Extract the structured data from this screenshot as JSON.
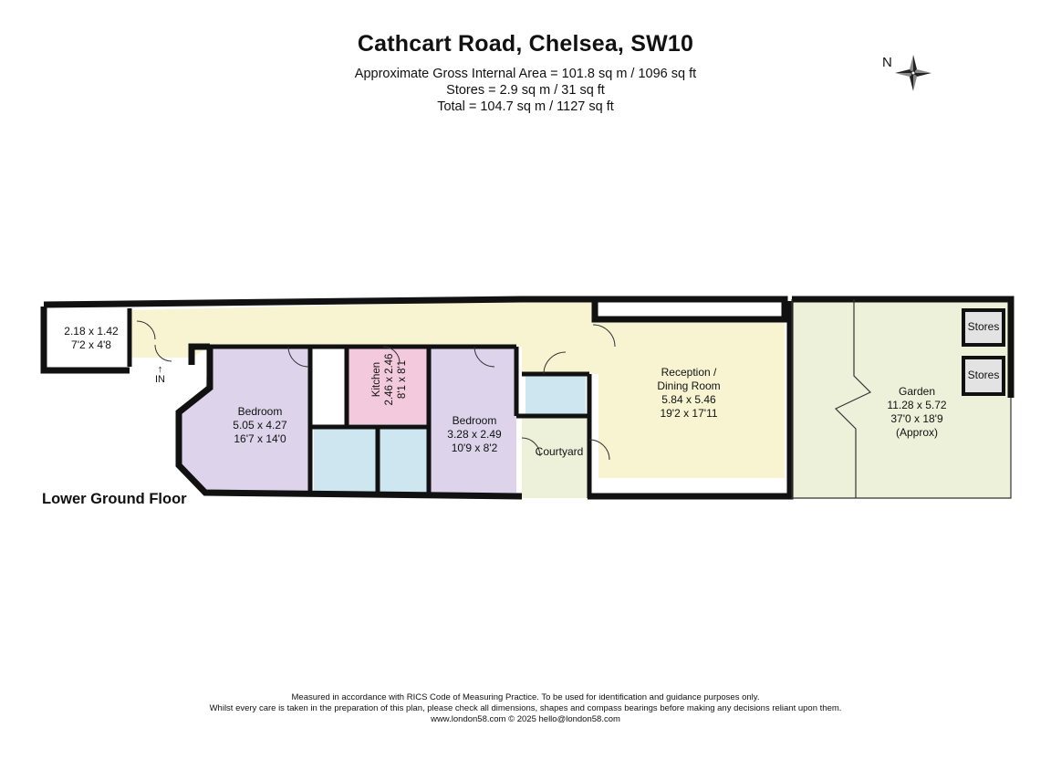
{
  "header": {
    "title": "Cathcart Road, Chelsea, SW10",
    "gross_area": "Approximate Gross Internal Area = 101.8 sq m / 1096 sq ft",
    "stores_area": "Stores  = 2.9 sq m / 31 sq ft",
    "total_area": "Total = 104.7 sq m / 1127 sq ft"
  },
  "compass": {
    "label": "N",
    "icon": "compass-rose-icon"
  },
  "floor": {
    "label": "Lower Ground Floor"
  },
  "rooms": {
    "vault": {
      "dim_m": "2.18 x 1.42",
      "dim_ft": "7'2 x 4'8"
    },
    "entrance": {
      "label": "IN"
    },
    "bedroom1": {
      "name": "Bedroom",
      "dim_m": "5.05 x 4.27",
      "dim_ft": "16'7 x 14'0"
    },
    "kitchen": {
      "name": "Kitchen",
      "dim_m": "2.46 x 2.46",
      "dim_ft": "8'1 x 8'1"
    },
    "bedroom2": {
      "name": "Bedroom",
      "dim_m": "3.28 x 2.49",
      "dim_ft": "10'9 x 8'2"
    },
    "courtyard": {
      "name": "Courtyard"
    },
    "reception": {
      "name1": "Reception /",
      "name2": "Dining Room",
      "dim_m": "5.84 x 5.46",
      "dim_ft": "19'2 x 17'11"
    },
    "garden": {
      "name": "Garden",
      "dim_m": "11.28 x 5.72",
      "dim_ft": "37'0 x 18'9",
      "note": "(Approx)"
    },
    "stores1": {
      "name": "Stores"
    },
    "stores2": {
      "name": "Stores"
    }
  },
  "colors": {
    "wall": "#111111",
    "bedroom": "#ddd3ea",
    "reception": "#f8f4d2",
    "kitchen": "#f2c9dd",
    "bathroom": "#cde6ef",
    "garden": "#eef1d9",
    "stores": "#e3e3e3"
  },
  "footer": {
    "line1": "Measured in accordance with RICS Code of Measuring Practice. To be used for identification and guidance purposes only.",
    "line2": "Whilst every care is taken in the preparation of this plan, please check all dimensions, shapes and compass bearings before making any decisions reliant upon them.",
    "line3": "www.london58.com © 2025 hello@london58.com"
  }
}
